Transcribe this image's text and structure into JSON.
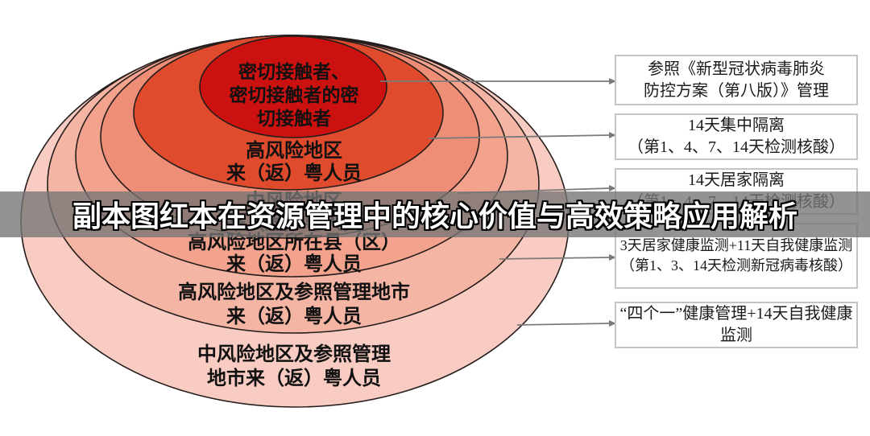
{
  "banner": {
    "title": "副本图红本在资源管理中的核心价值与高效策略应用解析",
    "band_color": "#747474"
  },
  "diagram": {
    "stroke_color": "#241d1b",
    "arrow_color": "#7a7a7a",
    "box_border_color": "#c5c5c5",
    "rings": [
      {
        "id": "close-contacts",
        "color": "#cb1210",
        "lines": [
          "密切接触者、",
          "密切接触者的密",
          "切接触者"
        ]
      },
      {
        "id": "high-risk-area",
        "color": "#e14b2d",
        "lines": [
          "高风险地区",
          "来（返）粤人员"
        ]
      },
      {
        "id": "medium-risk-area",
        "color": "#ee8e76",
        "lines": [
          "中风险地区",
          "来（返）粤人员"
        ]
      },
      {
        "id": "high-risk-county",
        "color": "#f2a28d",
        "lines": [
          "高风险地区所在县（区）",
          "来（返）粤人员"
        ]
      },
      {
        "id": "high-risk-city",
        "color": "#f5b5a5",
        "lines": [
          "高风险地区及参照管理地市",
          "来（返）粤人员"
        ]
      },
      {
        "id": "medium-risk-city",
        "color": "#f8ccc2",
        "lines": [
          "中风险地区及参照管理",
          "地市来（返）粤人员"
        ]
      }
    ],
    "boxes": [
      {
        "id": "measure-1",
        "lines": [
          "参照《新型冠状病毒肺炎",
          "防控方案（第八版）》管理"
        ]
      },
      {
        "id": "measure-2",
        "lines": [
          "14天集中隔离",
          "（第1、4、7、14天检测核酸）"
        ]
      },
      {
        "id": "measure-3",
        "lines": [
          "14天居家隔离",
          "（第1、4、7、14天检测核酸）"
        ]
      },
      {
        "id": "measure-4",
        "lines": [
          "3天居家健康监测+11天自我健康监测",
          "（第1、3、14天检测新冠病毒核酸）"
        ]
      },
      {
        "id": "measure-5",
        "lines": [
          "“四个一”健康管理+14天自我健康",
          "监测"
        ]
      }
    ]
  }
}
